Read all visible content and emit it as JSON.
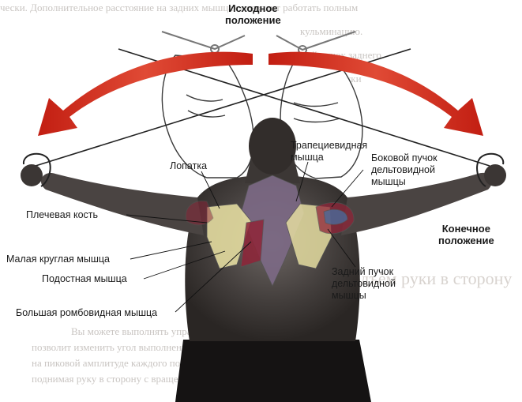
{
  "labels": {
    "start_position": "Исходное\nположение",
    "end_position": "Конечное\nположение",
    "scapula": "Лопатка",
    "trapezius": "Трапециевидная\nмышца",
    "lateral_deltoid": "Боковой пучок\nдельтовидной\nмышцы",
    "humerus": "Плечевая кость",
    "teres_minor": "Малая круглая мышца",
    "infraspinatus": "Подостная мышца",
    "rhomboid_major": "Большая ромбовидная мышца",
    "posterior_deltoid": "Задний пучок\nдельтовидной\nмышцы"
  },
  "colors": {
    "arrow": "#d8281a",
    "skin": "#4a4542",
    "trapezius": "#7d6a86",
    "scapula": "#e4dca0",
    "deltoid": "#8f2438",
    "cable": "#222222"
  }
}
